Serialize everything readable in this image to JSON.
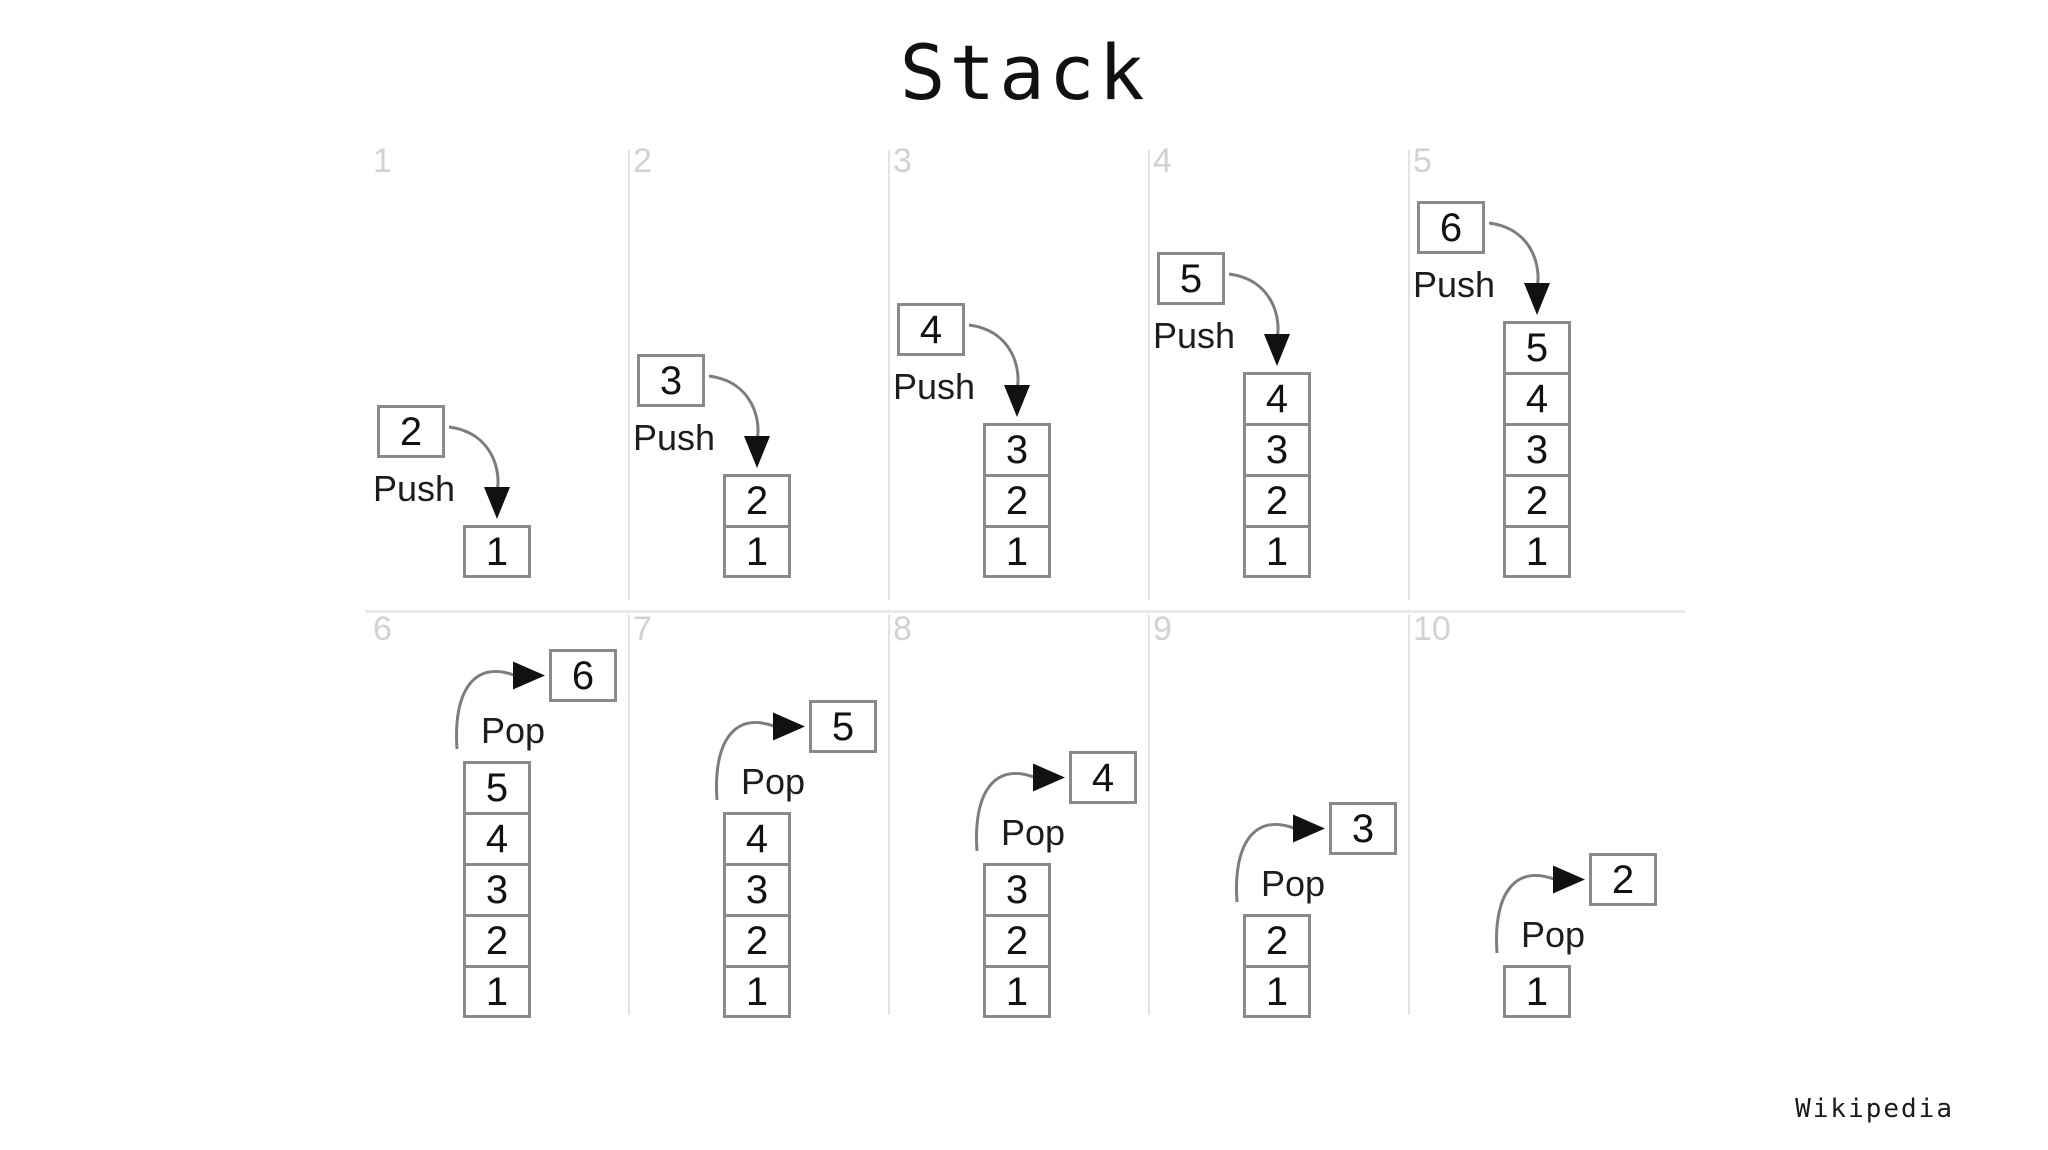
{
  "title": "Stack",
  "credit": "Wikipedia",
  "colors": {
    "background": "#ffffff",
    "box_border": "#8a8a8a",
    "text": "#111111",
    "panel_number": "#d2d2d2",
    "divider": "#e3e3e3",
    "arrow_stroke": "#7d7d7d",
    "arrow_head": "#111111"
  },
  "labels": {
    "push": "Push",
    "pop": "Pop"
  },
  "chart_data": {
    "type": "diagram",
    "title": "Stack",
    "description": "Stack push and pop operations over ten sequential steps",
    "panels": [
      {
        "number": "1",
        "op": "Push",
        "moving_value": "2",
        "stack": [
          "1"
        ]
      },
      {
        "number": "2",
        "op": "Push",
        "moving_value": "3",
        "stack": [
          "2",
          "1"
        ]
      },
      {
        "number": "3",
        "op": "Push",
        "moving_value": "4",
        "stack": [
          "3",
          "2",
          "1"
        ]
      },
      {
        "number": "4",
        "op": "Push",
        "moving_value": "5",
        "stack": [
          "4",
          "3",
          "2",
          "1"
        ]
      },
      {
        "number": "5",
        "op": "Push",
        "moving_value": "6",
        "stack": [
          "5",
          "4",
          "3",
          "2",
          "1"
        ]
      },
      {
        "number": "6",
        "op": "Pop",
        "moving_value": "6",
        "stack": [
          "5",
          "4",
          "3",
          "2",
          "1"
        ]
      },
      {
        "number": "7",
        "op": "Pop",
        "moving_value": "5",
        "stack": [
          "4",
          "3",
          "2",
          "1"
        ]
      },
      {
        "number": "8",
        "op": "Pop",
        "moving_value": "4",
        "stack": [
          "3",
          "2",
          "1"
        ]
      },
      {
        "number": "9",
        "op": "Pop",
        "moving_value": "3",
        "stack": [
          "2",
          "1"
        ]
      },
      {
        "number": "10",
        "op": "Pop",
        "moving_value": "2",
        "stack": [
          "1"
        ]
      }
    ]
  }
}
